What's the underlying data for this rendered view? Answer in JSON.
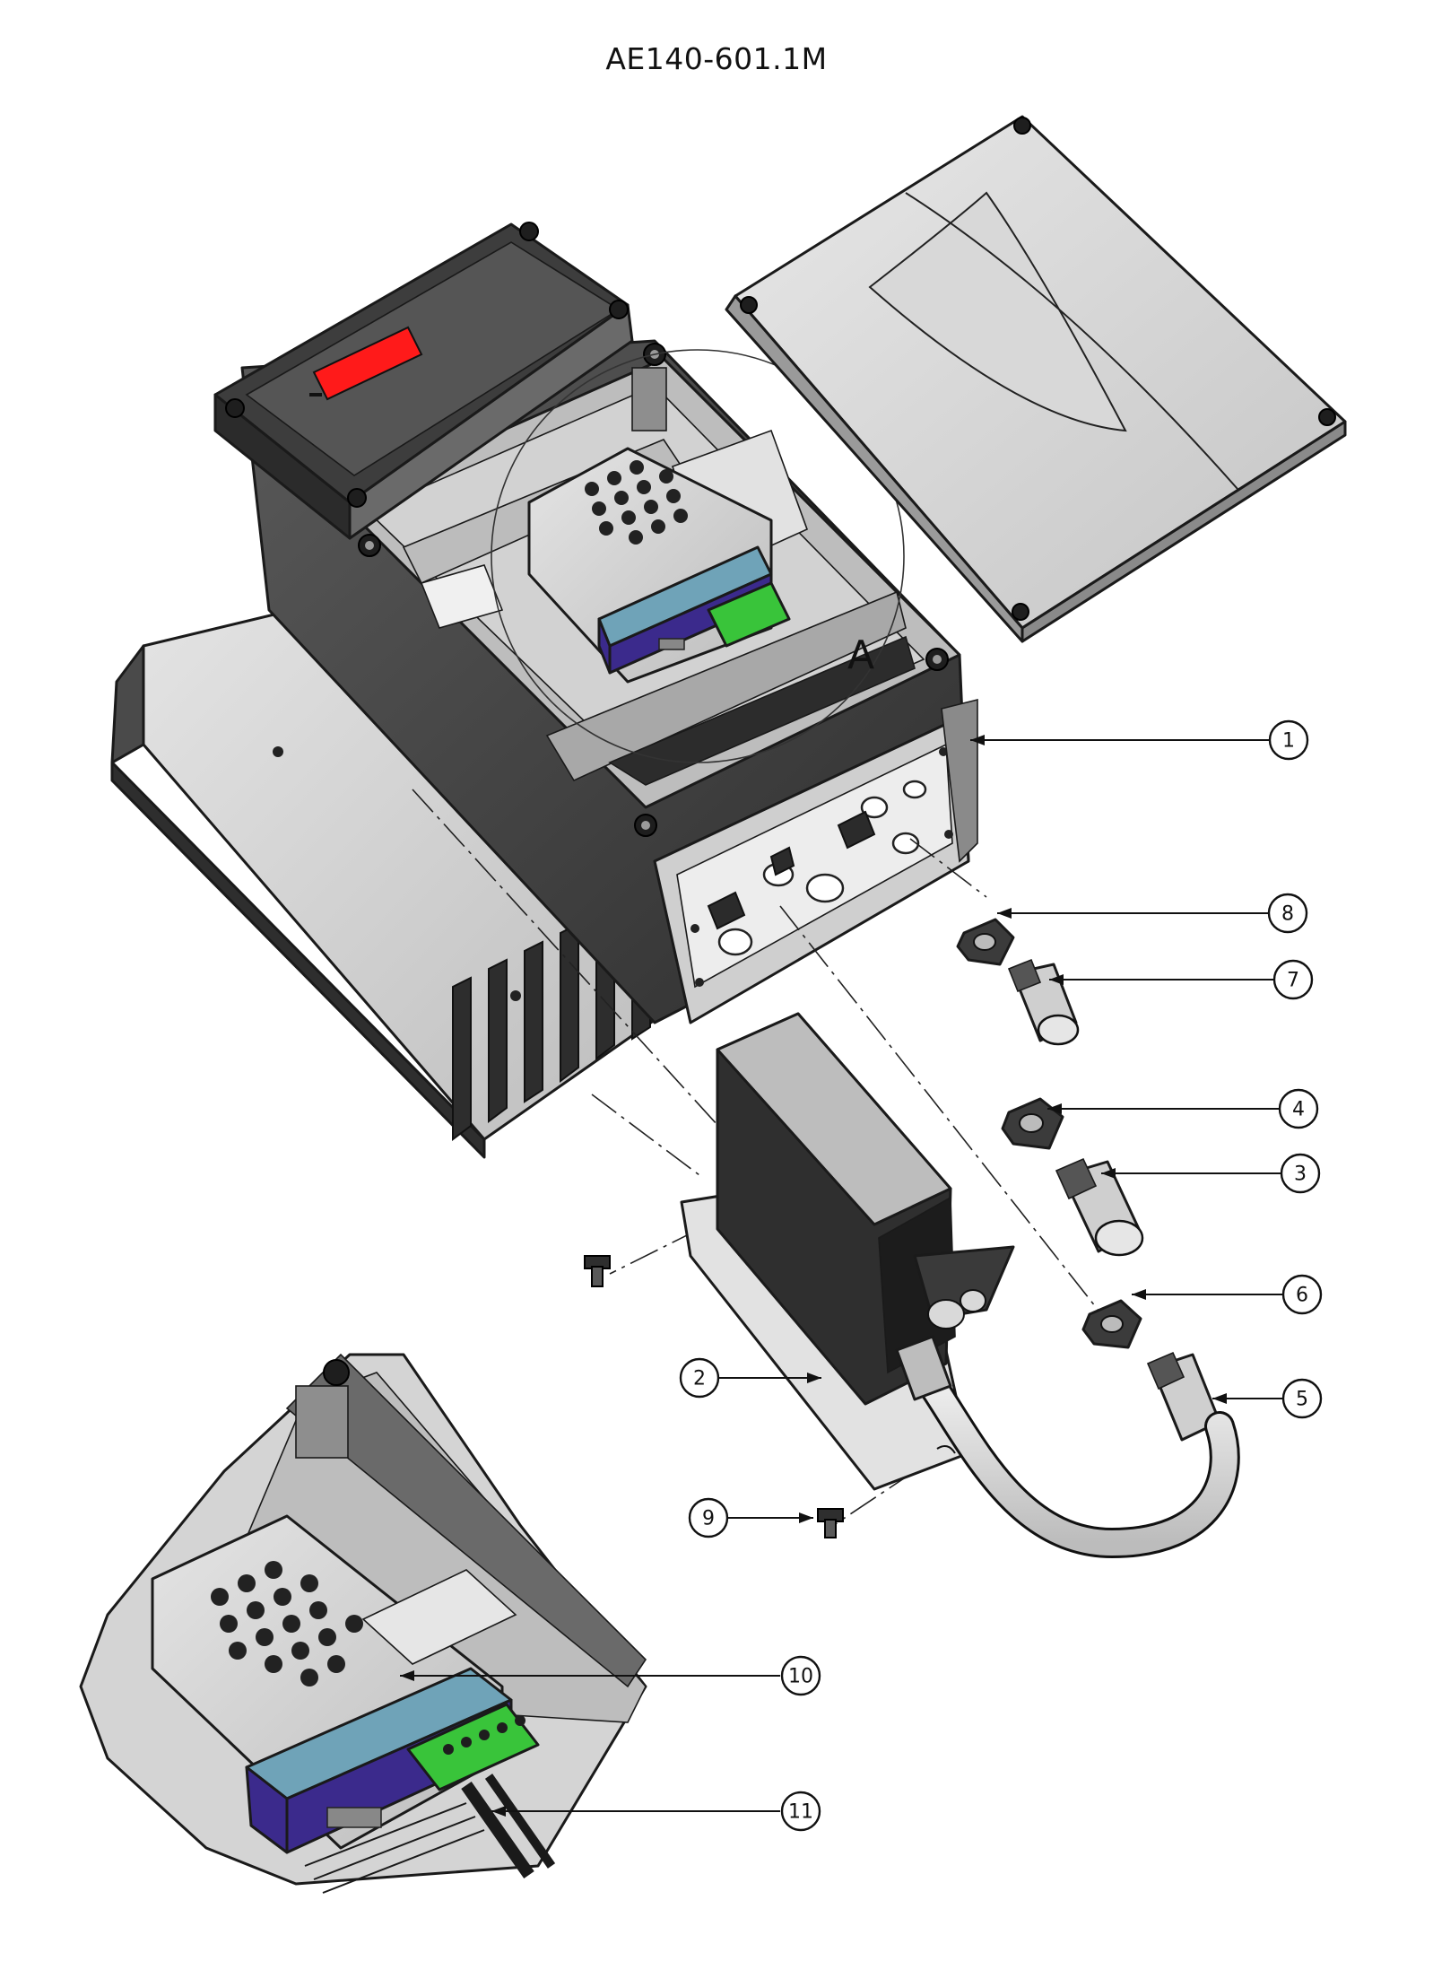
{
  "drawing": {
    "title": "AE140-601.1M",
    "detail_label": "A"
  },
  "callouts": [
    {
      "label": "1"
    },
    {
      "label": "2"
    },
    {
      "label": "3"
    },
    {
      "label": "4"
    },
    {
      "label": "5"
    },
    {
      "label": "6"
    },
    {
      "label": "7"
    },
    {
      "label": "8"
    },
    {
      "label": "9"
    },
    {
      "label": "10"
    },
    {
      "label": "11"
    }
  ],
  "colors": {
    "display": "#ff1a1a",
    "module_blue": "#6fa3b8",
    "module_purple": "#3b2a8c",
    "terminal_green": "#39c43a",
    "housing_dark": "#3a3a3a",
    "housing_light": "#d6d6d6"
  }
}
